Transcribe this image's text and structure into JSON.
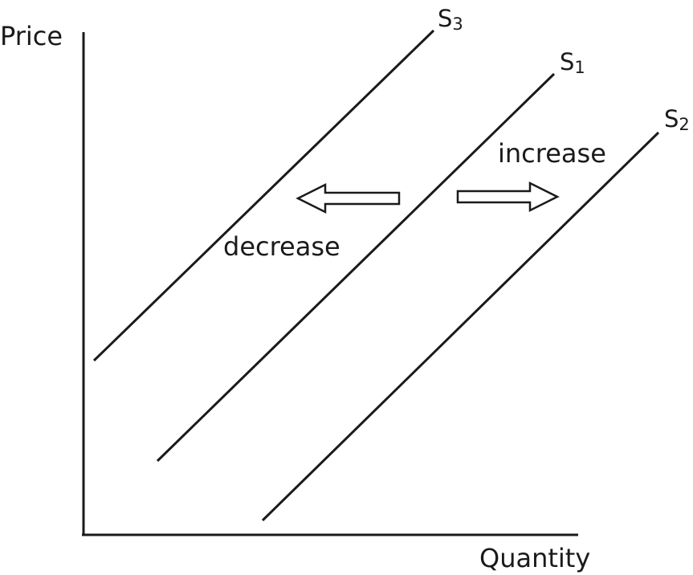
{
  "axes": {
    "y_label": "Price",
    "x_label": "Quantity"
  },
  "curves": [
    {
      "id": "s3",
      "letter": "S",
      "subscript": "3"
    },
    {
      "id": "s1",
      "letter": "S",
      "subscript": "1"
    },
    {
      "id": "s2",
      "letter": "S",
      "subscript": "2"
    }
  ],
  "annotations": {
    "decrease": "decrease",
    "increase": "increase"
  }
}
